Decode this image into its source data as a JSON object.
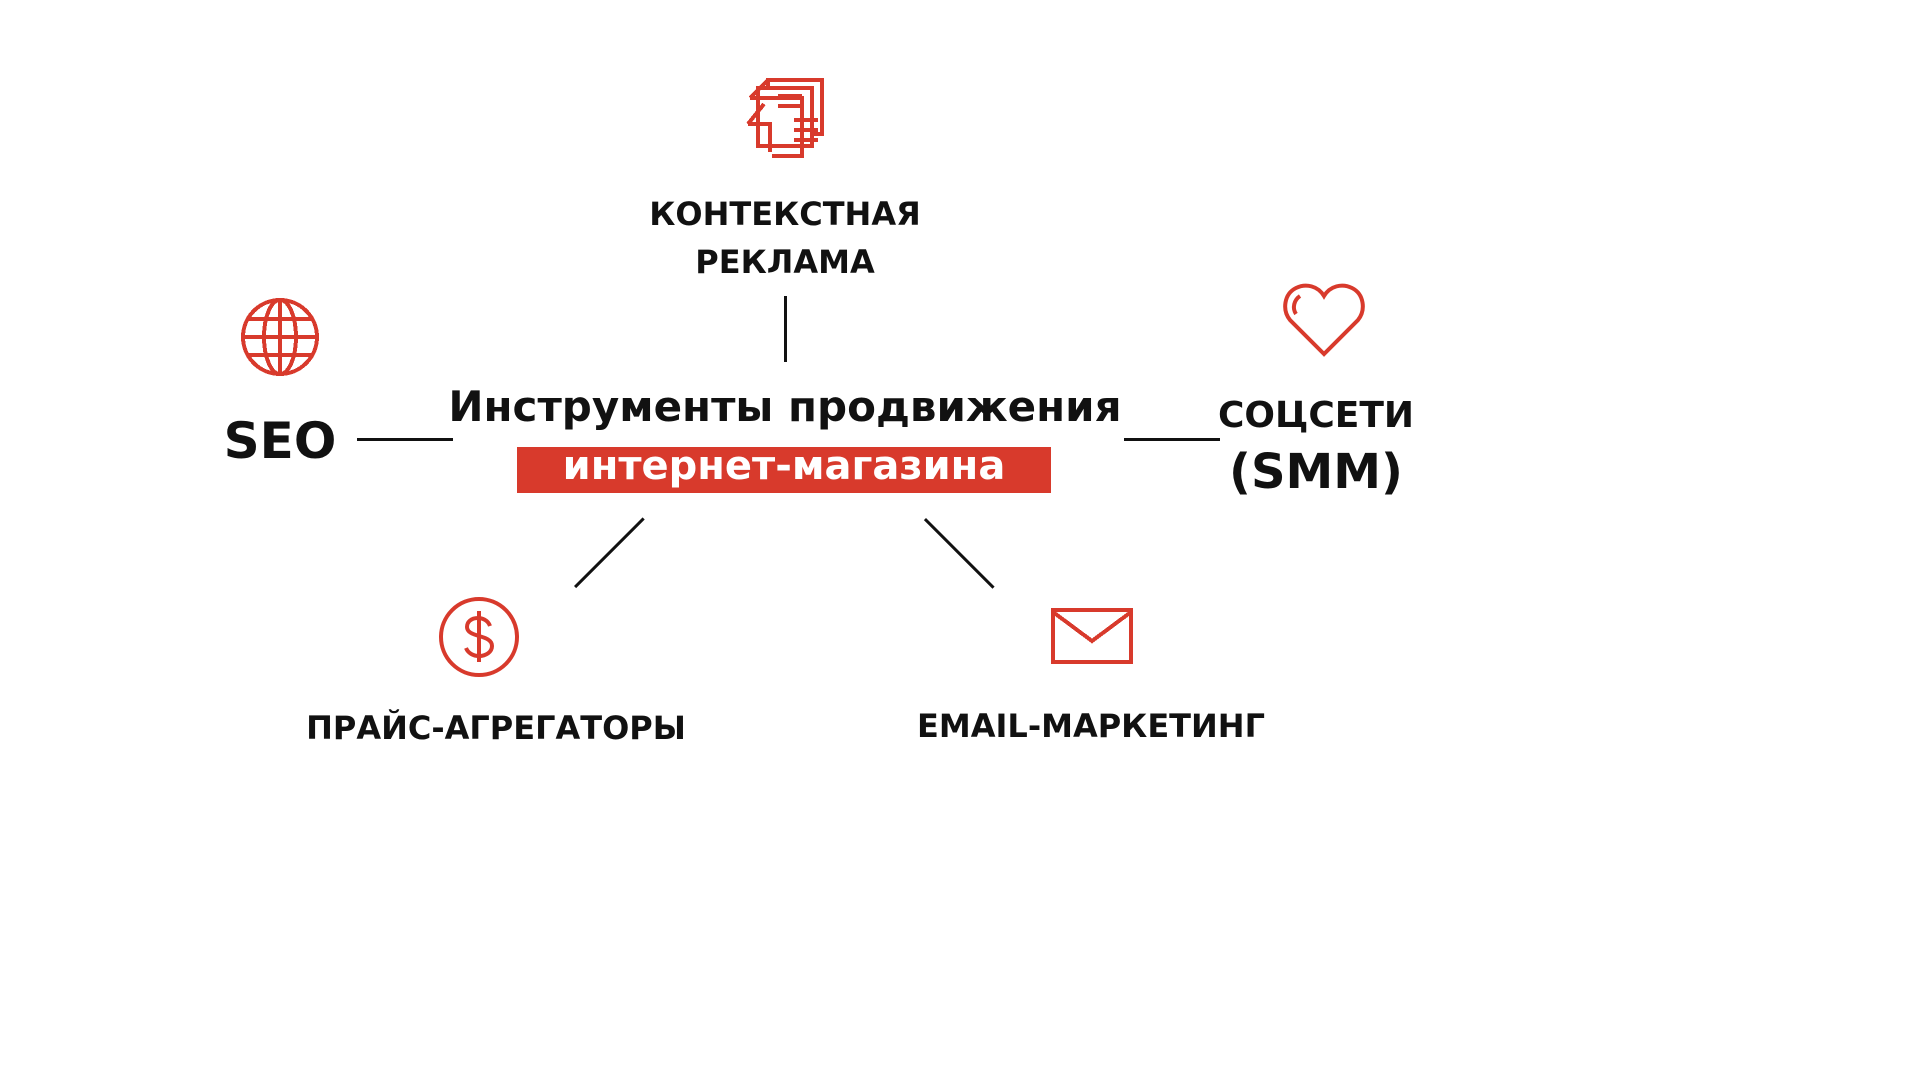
{
  "center": {
    "title": "Инструменты продвижения",
    "highlight": "интернет-магазина"
  },
  "nodes": {
    "context_ads": {
      "line1": "КОНТЕКСТНАЯ",
      "line2": "РЕКЛАМА",
      "icon": "notepad-icon"
    },
    "seo": {
      "label": "SEO",
      "icon": "globe-icon"
    },
    "smm": {
      "line1": "СОЦСЕТИ",
      "line2": "(SMM)",
      "icon": "heart-icon"
    },
    "price": {
      "label": "ПРАЙС-АГРЕГАТОРЫ",
      "icon": "dollar-coin-icon"
    },
    "email": {
      "label": "EMAIL-МАРКЕТИНГ",
      "icon": "envelope-icon"
    }
  },
  "colors": {
    "accent": "#d83a2c",
    "text": "#111111",
    "background": "#ffffff"
  }
}
